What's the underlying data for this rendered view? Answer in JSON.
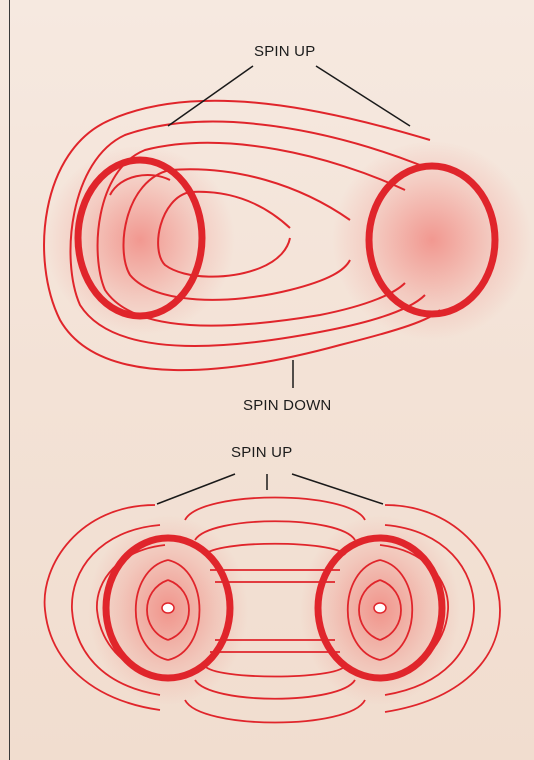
{
  "labels": {
    "top_spin_up": "SPIN UP",
    "top_spin_down": "SPIN DOWN",
    "bottom_spin_up": "SPIN UP"
  },
  "colors": {
    "field_line": "#e0252b",
    "glow": "#f04a45",
    "leader_line": "#1a1a1a",
    "background": "#f4e4d8"
  }
}
